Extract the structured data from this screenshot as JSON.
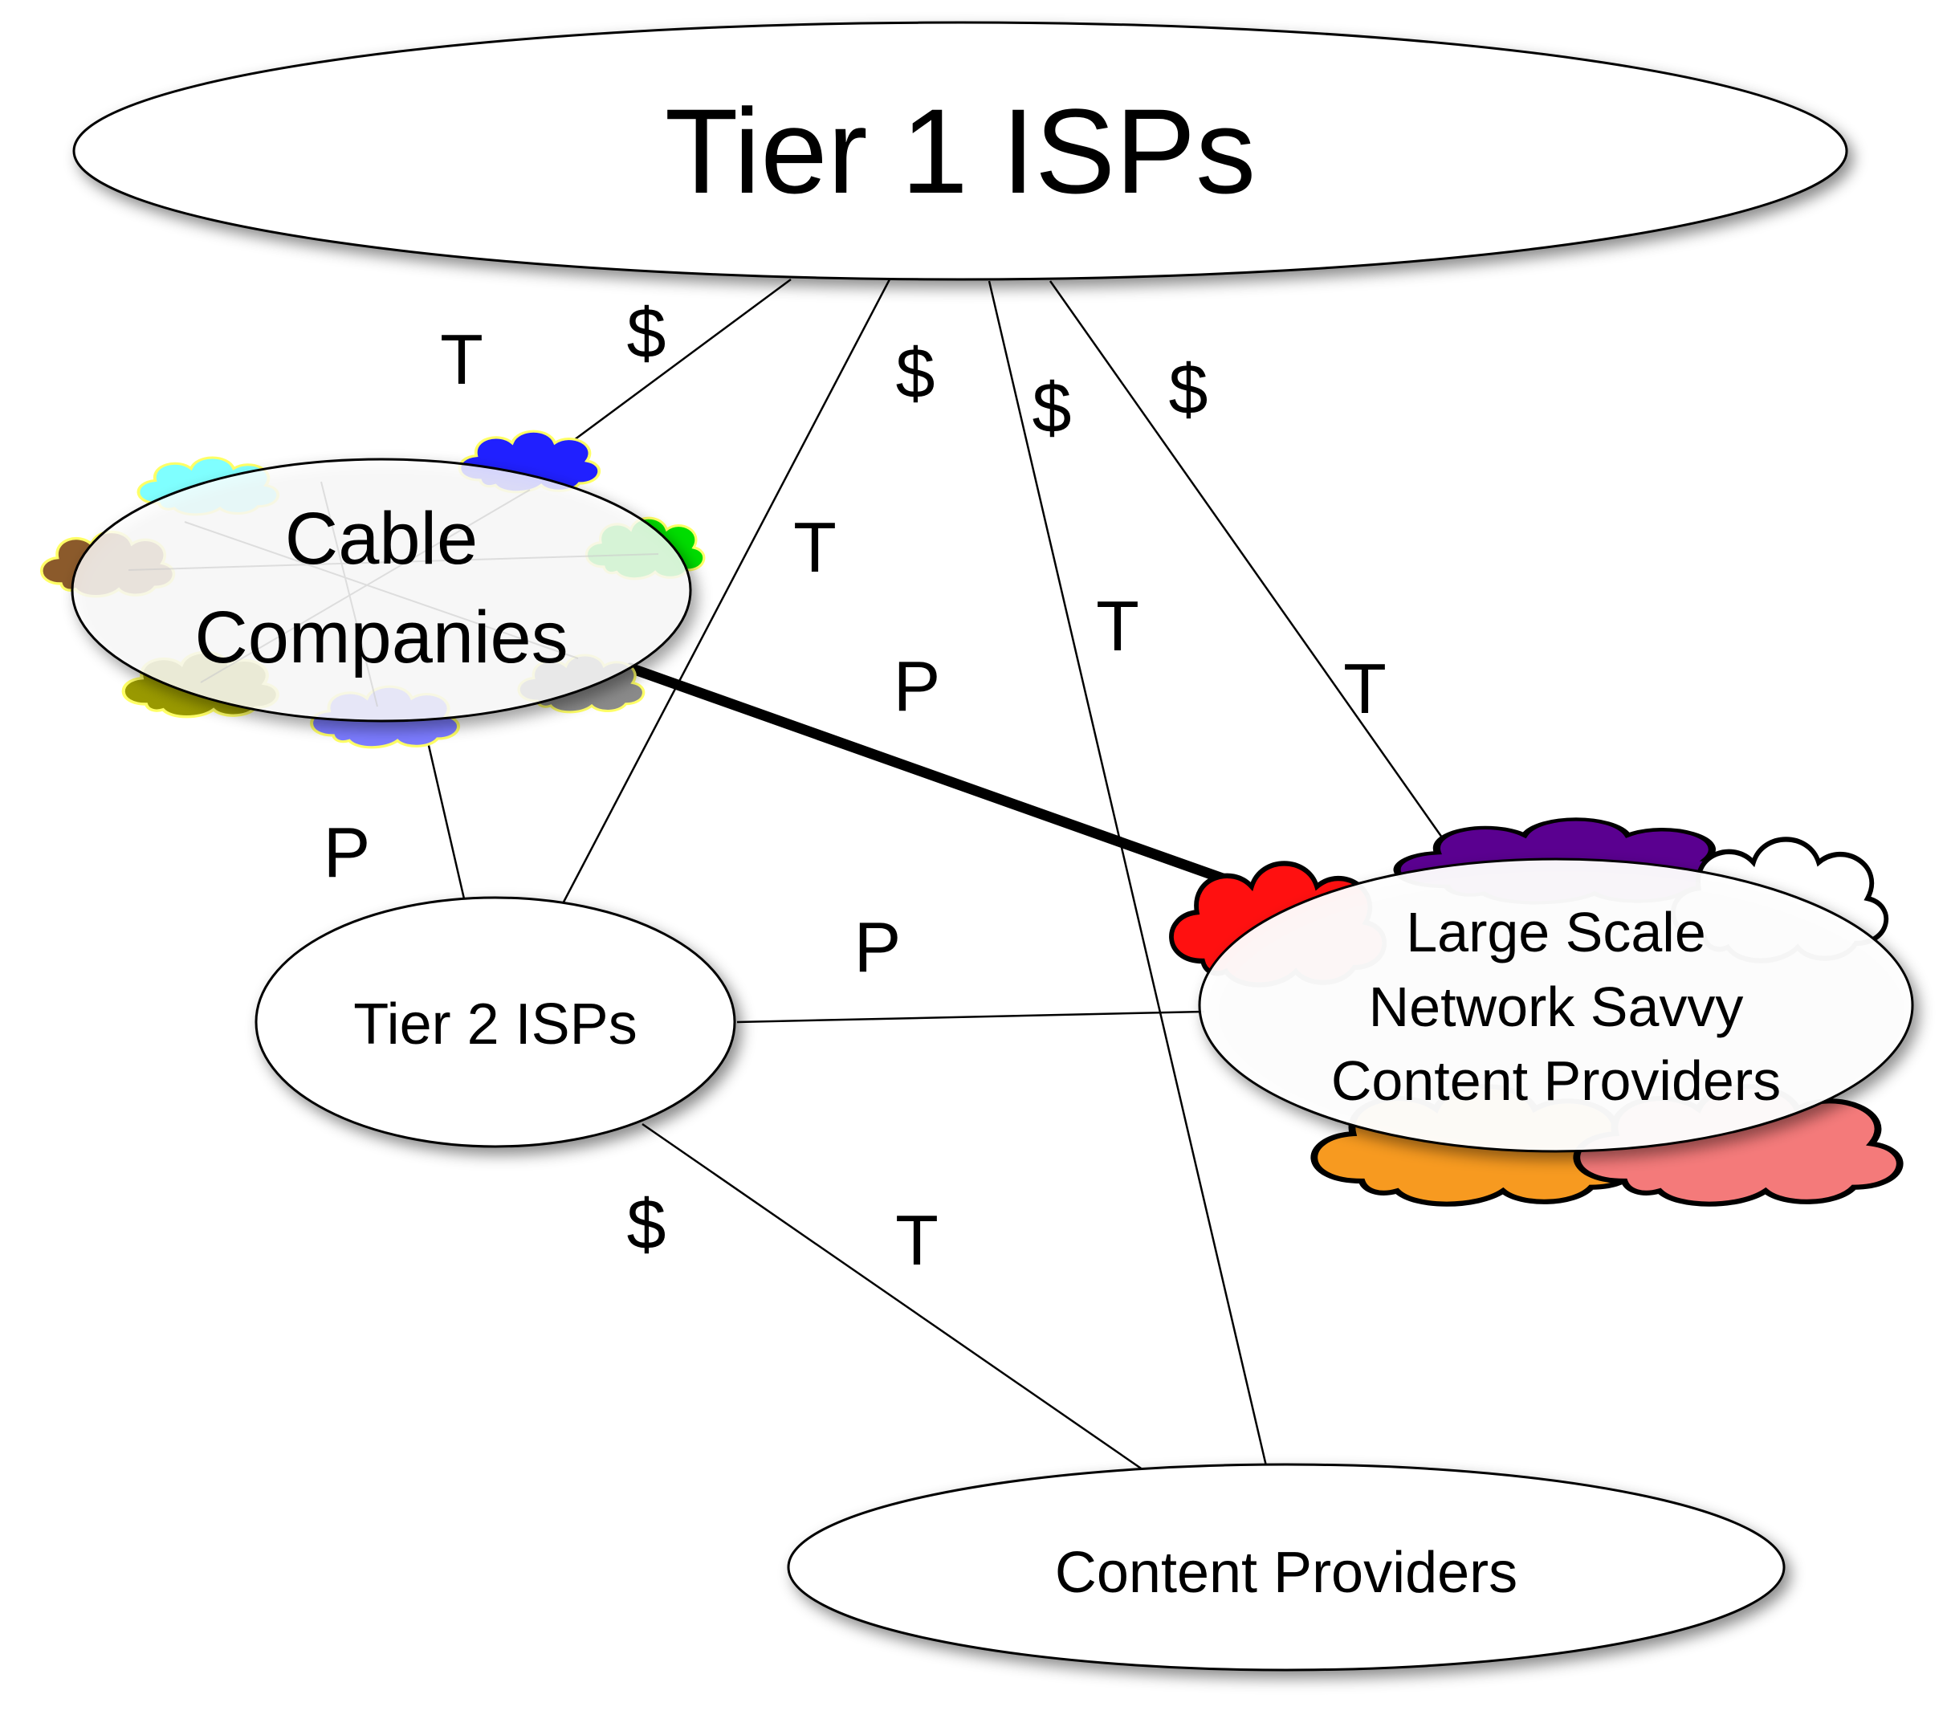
{
  "diagram": {
    "nodes": {
      "tier1": {
        "label": "Tier 1 ISPs"
      },
      "cable_line1": {
        "label": "Cable"
      },
      "cable_line2": {
        "label": "Companies"
      },
      "tier2": {
        "label": "Tier 2 ISPs"
      },
      "large_line1": {
        "label": "Large Scale"
      },
      "large_line2": {
        "label": "Network Savvy"
      },
      "large_line3": {
        "label": "Content Providers"
      },
      "content": {
        "label": "Content Providers"
      }
    },
    "edge_labels": {
      "cable_tier1_t": "T",
      "cable_tier1_pay": "$",
      "tier2_tier1_pay": "$",
      "tier2_tier1_t": "T",
      "content_tier1_pay": "$",
      "content_tier1_t": "T",
      "large_tier1_pay": "$",
      "large_tier1_t": "T",
      "cable_large_p": "P",
      "cable_tier2_p": "P",
      "tier2_large_p": "P",
      "content_tier2_pay": "$",
      "content_tier2_t": "T"
    },
    "cloud_colors": {
      "cable": [
        "#7fffff",
        "#2020ff",
        "#00dd00",
        "#8b5a2b",
        "#999900",
        "#7b7bff",
        "#8a8a8a"
      ],
      "large": [
        "#5a0090",
        "#ffffff",
        "#ff1010",
        "#f79a20",
        "#f47a7a"
      ]
    }
  }
}
